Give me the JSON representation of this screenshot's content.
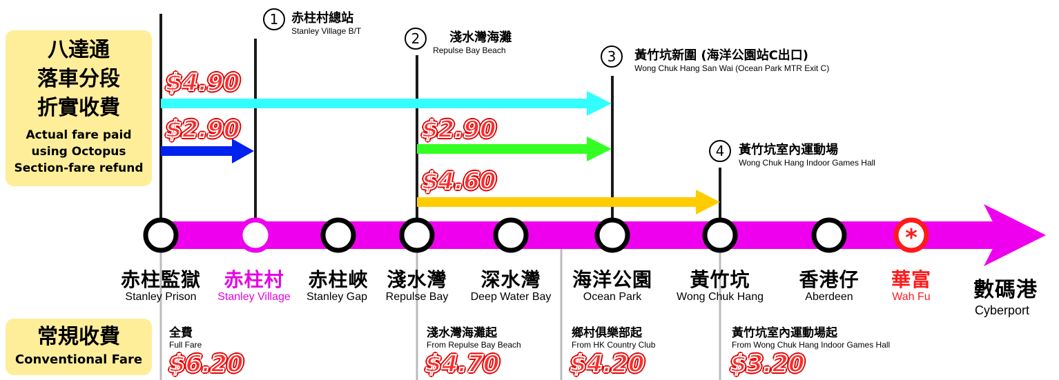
{
  "refund_box": {
    "zh_lines": [
      "八達通",
      "落車分段",
      "折實收費"
    ],
    "en_lines": [
      "Actual fare paid",
      "using Octopus",
      "Section-fare refund"
    ]
  },
  "conventional_box": {
    "zh": "常規收費",
    "en": "Conventional Fare"
  },
  "stops": [
    {
      "zh": "赤柱監獄",
      "en": "Stanley Prison",
      "color": "#000000"
    },
    {
      "zh": "赤柱村",
      "en": "Stanley Village",
      "color": "#e600e6"
    },
    {
      "zh": "赤柱峽",
      "en": "Stanley Gap",
      "color": "#000000"
    },
    {
      "zh": "淺水灣",
      "en": "Repulse Bay",
      "color": "#000000"
    },
    {
      "zh": "深水灣",
      "en": "Deep Water Bay",
      "color": "#000000"
    },
    {
      "zh": "海洋公園",
      "en": "Ocean Park",
      "color": "#000000"
    },
    {
      "zh": "黃竹坑",
      "en": "Wong Chuk Hang",
      "color": "#000000"
    },
    {
      "zh": "香港仔",
      "en": "Aberdeen",
      "color": "#000000"
    },
    {
      "zh": "華富",
      "en": "Wah Fu",
      "color": "#ff1a1a"
    }
  ],
  "terminus": {
    "zh": "數碼港",
    "en": "Cyberport"
  },
  "section_points": [
    {
      "num": "1",
      "zh": "赤柱村總站",
      "en": "Stanley Village B/T"
    },
    {
      "num": "2",
      "zh": "淺水灣海灘",
      "en": "Repulse Bay Beach"
    },
    {
      "num": "3",
      "zh": "黃竹坑新圍 (海洋公園站C出口)",
      "en": "Wong Chuk Hang San Wai (Ocean Park MTR Exit C)"
    },
    {
      "num": "4",
      "zh": "黃竹坑室內運動場",
      "en": "Wong Chuk Hang Indoor Games Hall"
    }
  ],
  "refund_fares": [
    {
      "price": "$4.90",
      "color": "#33ffff"
    },
    {
      "price": "$2.90",
      "color": "#0022ee"
    },
    {
      "price": "$2.90",
      "color": "#33ff22"
    },
    {
      "price": "$4.60",
      "color": "#ffcc00"
    }
  ],
  "full_fares": [
    {
      "zh": "全費",
      "en": "Full Fare",
      "price": "$6.20"
    },
    {
      "zh": "淺水灣海灘起",
      "en": "From Repulse Bay Beach",
      "price": "$4.70"
    },
    {
      "zh": "鄉村俱樂部起",
      "en": "From HK Country Club",
      "price": "$4.20"
    },
    {
      "zh": "黃竹坑室內運動場起",
      "en": "From Wong Chuk Hang Indoor Games Hall",
      "price": "$3.20"
    }
  ],
  "colors": {
    "route": "#ee00ee",
    "box": "#ffee99",
    "price": "#ff2a2a",
    "divider": "#bbbbbb",
    "wahfu": "#ff1a1a"
  }
}
